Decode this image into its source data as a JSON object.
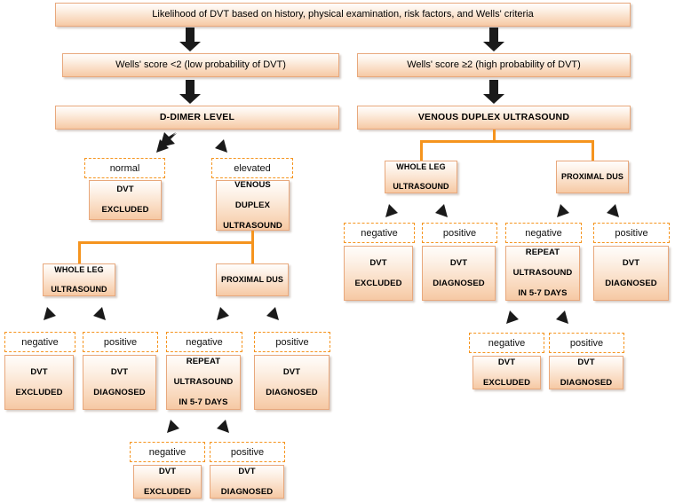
{
  "diagram": {
    "title": "DVT diagnostic algorithm flowchart",
    "colors": {
      "connector": "#F5941E",
      "box_border": "#E8A87C",
      "box_fill_top": "#FFFDFB",
      "box_fill_bottom": "#F6C9A4",
      "dashed_border": "#F5941E",
      "arrow": "#1A1A1A",
      "background": "#FFFFFF"
    },
    "root": {
      "label": "Likelihood of DVT based on history, physical examination, risk factors, and Wells' criteria"
    },
    "left_branch": {
      "wells": "Wells' score <2 (low probability of DVT)",
      "test": "D-DIMER LEVEL",
      "outcomes": {
        "normal_label": "normal",
        "normal_result": "DVT\nEXCLUDED",
        "normal_result_line1": "DVT",
        "normal_result_line2": "EXCLUDED",
        "elevated_label": "elevated",
        "elevated_result_line1": "VENOUS",
        "elevated_result_line2": "DUPLEX",
        "elevated_result_line3": "ULTRASOUND"
      },
      "dus": {
        "whole_leg_line1": "WHOLE LEG",
        "whole_leg_line2": "ULTRASOUND",
        "proximal": "PROXIMAL DUS",
        "whole_leg_negative_label": "negative",
        "whole_leg_negative_l1": "DVT",
        "whole_leg_negative_l2": "EXCLUDED",
        "whole_leg_positive_label": "positive",
        "whole_leg_positive_l1": "DVT",
        "whole_leg_positive_l2": "DIAGNOSED",
        "proximal_negative_label": "negative",
        "proximal_negative_l1": "REPEAT",
        "proximal_negative_l2": "ULTRASOUND",
        "proximal_negative_l3": "IN 5-7 DAYS",
        "proximal_positive_label": "positive",
        "proximal_positive_l1": "DVT",
        "proximal_positive_l2": "DIAGNOSED",
        "repeat_negative_label": "negative",
        "repeat_negative_l1": "DVT",
        "repeat_negative_l2": "EXCLUDED",
        "repeat_positive_label": "positive",
        "repeat_positive_l1": "DVT",
        "repeat_positive_l2": "DIAGNOSED"
      }
    },
    "right_branch": {
      "wells": "Wells' score ≥2 (high probability of DVT)",
      "test": "VENOUS DUPLEX ULTRASOUND",
      "dus": {
        "whole_leg_line1": "WHOLE LEG",
        "whole_leg_line2": "ULTRASOUND",
        "proximal": "PROXIMAL DUS",
        "whole_leg_negative_label": "negative",
        "whole_leg_negative_l1": "DVT",
        "whole_leg_negative_l2": "EXCLUDED",
        "whole_leg_positive_label": "positive",
        "whole_leg_positive_l1": "DVT",
        "whole_leg_positive_l2": "DIAGNOSED",
        "proximal_negative_label": "negative",
        "proximal_negative_l1": "REPEAT",
        "proximal_negative_l2": "ULTRASOUND",
        "proximal_negative_l3": "IN 5-7 DAYS",
        "proximal_positive_label": "positive",
        "proximal_positive_l1": "DVT",
        "proximal_positive_l2": "DIAGNOSED",
        "repeat_negative_label": "negative",
        "repeat_negative_l1": "DVT",
        "repeat_negative_l2": "EXCLUDED",
        "repeat_positive_label": "positive",
        "repeat_positive_l1": "DVT",
        "repeat_positive_l2": "DIAGNOSED"
      }
    }
  }
}
